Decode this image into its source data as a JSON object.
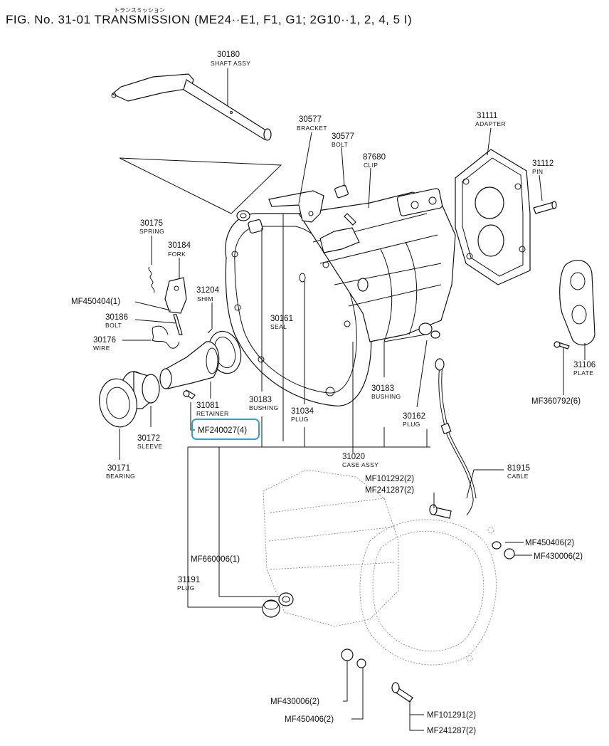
{
  "title": {
    "main": "FIG. No. 31-01 TRANSMISSION (ME24··E1, F1, G1; 2G10··1, 2, 4, 5 I)",
    "kana": "トランスミッション"
  },
  "colors": {
    "highlight": "#2fa0d8",
    "ink": "#111111"
  },
  "parts": [
    {
      "id": "p30180",
      "number": "30180",
      "name": "SHAFT ASSY"
    },
    {
      "id": "p30577a",
      "number": "30577",
      "name": "BRACKET"
    },
    {
      "id": "p30577b",
      "number": "30577",
      "name": "BOLT"
    },
    {
      "id": "p87680",
      "number": "87680",
      "name": "CLIP"
    },
    {
      "id": "p31111",
      "number": "31111",
      "name": "ADAPTER"
    },
    {
      "id": "p31112",
      "number": "31112",
      "name": "PIN"
    },
    {
      "id": "p30175",
      "number": "30175",
      "name": "SPRING"
    },
    {
      "id": "p30184",
      "number": "30184",
      "name": "FORK"
    },
    {
      "id": "p31204",
      "number": "31204",
      "name": "SHIM"
    },
    {
      "id": "pMF450404",
      "number": "MF450404(1)",
      "name": ""
    },
    {
      "id": "p30186",
      "number": "30186",
      "name": "BOLT"
    },
    {
      "id": "p30176",
      "number": "30176",
      "name": "WIRE"
    },
    {
      "id": "p30161",
      "number": "30161",
      "name": "SEAL"
    },
    {
      "id": "p31106",
      "number": "31106",
      "name": "PLATE"
    },
    {
      "id": "pMF360792",
      "number": "MF360792(6)",
      "name": ""
    },
    {
      "id": "p31081",
      "number": "31081",
      "name": "RETAINER"
    },
    {
      "id": "p30183a",
      "number": "30183",
      "name": "BUSHING"
    },
    {
      "id": "p31034",
      "number": "31034",
      "name": "PLUG"
    },
    {
      "id": "p30183b",
      "number": "30183",
      "name": "BUSHING"
    },
    {
      "id": "p30162",
      "number": "30162",
      "name": "PLUG"
    },
    {
      "id": "pMF240027",
      "number": "MF240027(4)",
      "name": ""
    },
    {
      "id": "p30172",
      "number": "30172",
      "name": "SLEEVE"
    },
    {
      "id": "p30171",
      "number": "30171",
      "name": "BEARING"
    },
    {
      "id": "p31020",
      "number": "31020",
      "name": "CASE ASSY"
    },
    {
      "id": "p81915",
      "number": "81915",
      "name": "CABLE"
    },
    {
      "id": "pMF101292",
      "number": "MF101292(2)",
      "name": ""
    },
    {
      "id": "pMF241287a",
      "number": "MF241287(2)",
      "name": ""
    },
    {
      "id": "pMF450406a",
      "number": "MF450406(2)",
      "name": ""
    },
    {
      "id": "pMF430006a",
      "number": "MF430006(2)",
      "name": ""
    },
    {
      "id": "pMF660006",
      "number": "MF660006(1)",
      "name": ""
    },
    {
      "id": "p31191",
      "number": "31191",
      "name": "PLUG"
    },
    {
      "id": "pMF430006b",
      "number": "MF430006(2)",
      "name": ""
    },
    {
      "id": "pMF450406b",
      "number": "MF450406(2)",
      "name": ""
    },
    {
      "id": "pMF101291",
      "number": "MF101291(2)",
      "name": ""
    },
    {
      "id": "pMF241287b",
      "number": "MF241287(2)",
      "name": ""
    }
  ],
  "highlighted_part": "MF240027(4)"
}
